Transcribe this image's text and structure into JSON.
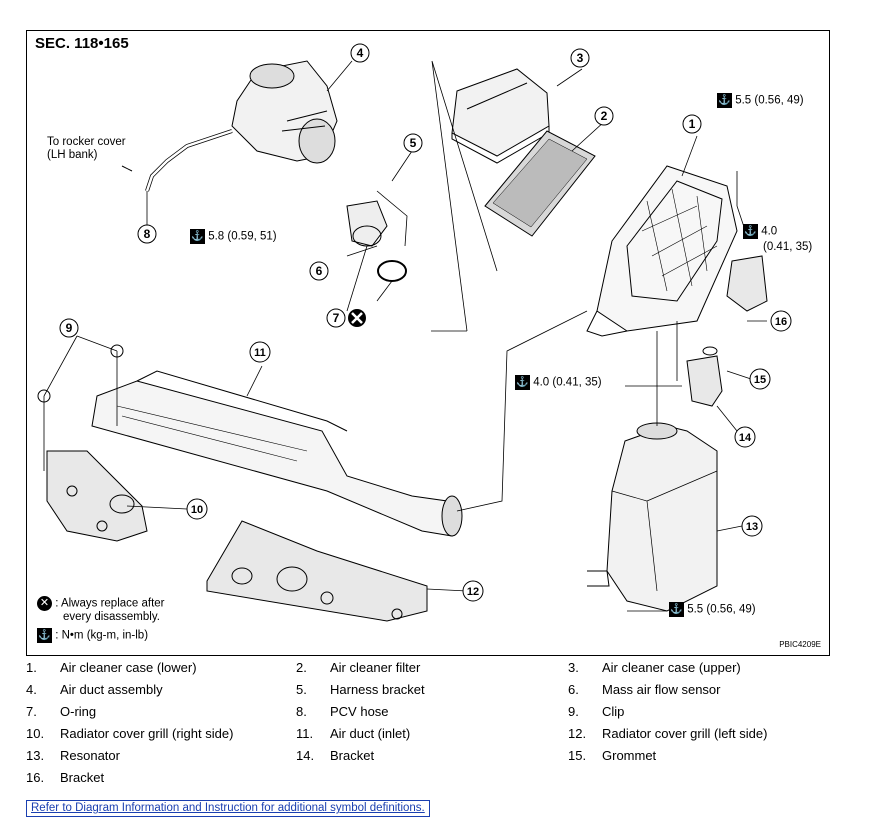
{
  "diagram": {
    "section_title": "SEC. 118•165",
    "figure_id": "PBIC4209E",
    "caption_rocker_cover": [
      "To rocker cover",
      "(LH bank)"
    ],
    "callout_numbers": [
      "1",
      "2",
      "3",
      "4",
      "5",
      "6",
      "7",
      "8",
      "9",
      "10",
      "11",
      "12",
      "13",
      "14",
      "15",
      "16"
    ],
    "torque_specs": {
      "t1": "5.5 (0.56, 49)",
      "t2": "5.8 (0.59, 51)",
      "t3": "4.0 (0.41, 35)",
      "t4_line1": "4.0",
      "t4_line2": "(0.41, 35)",
      "t5": "5.5 (0.56, 49)"
    },
    "legend": {
      "replace_line1": ": Always replace after",
      "replace_line2": "every disassembly.",
      "torque_unit": ": N•m (kg-m, in-lb)"
    },
    "icons": [
      "torque-wrench-icon",
      "do-not-reuse-icon"
    ]
  },
  "parts": [
    {
      "num": "1.",
      "name": "Air cleaner case (lower)"
    },
    {
      "num": "2.",
      "name": "Air cleaner filter"
    },
    {
      "num": "3.",
      "name": "Air cleaner case (upper)"
    },
    {
      "num": "4.",
      "name": "Air duct assembly"
    },
    {
      "num": "5.",
      "name": "Harness bracket"
    },
    {
      "num": "6.",
      "name": "Mass air flow sensor"
    },
    {
      "num": "7.",
      "name": "O-ring"
    },
    {
      "num": "8.",
      "name": "PCV hose"
    },
    {
      "num": "9.",
      "name": "Clip"
    },
    {
      "num": "10.",
      "name": "Radiator cover grill (right side)"
    },
    {
      "num": "11.",
      "name": "Air duct (inlet)"
    },
    {
      "num": "12.",
      "name": "Radiator cover grill (left side)"
    },
    {
      "num": "13.",
      "name": "Resonator"
    },
    {
      "num": "14.",
      "name": "Bracket"
    },
    {
      "num": "15.",
      "name": "Grommet"
    },
    {
      "num": "16.",
      "name": "Bracket"
    }
  ],
  "reference_link": "Refer to Diagram Information and Instruction for additional symbol definitions."
}
